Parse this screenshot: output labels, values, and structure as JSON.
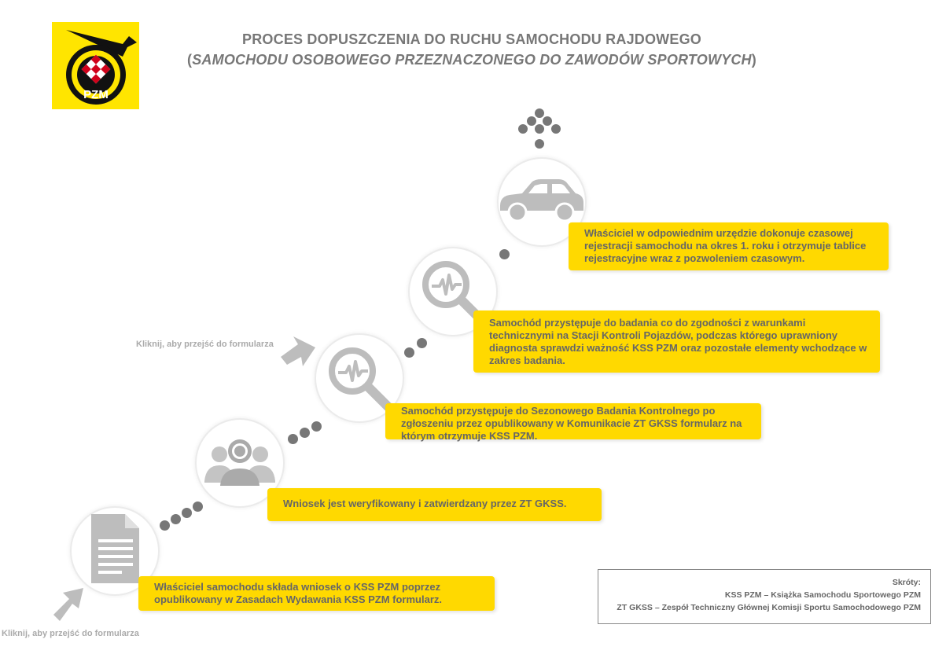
{
  "title": {
    "line1": "PROCES DOPUSZCZENIA DO RUCHU SAMOCHODU RAJDOWEGO",
    "line2_open": "(",
    "line2_italic": "SAMOCHODU OSOBOWEGO PRZEZNACZONEGO DO ZAWODÓW SPORTOWYCH",
    "line2_close": ")"
  },
  "logo": {
    "text": "PZM",
    "background": "#ffe500"
  },
  "steps": [
    {
      "icon": "document-icon",
      "text": "Właściciel samochodu składa wniosek o KSS PZM poprzez opublikowany w Zasadach Wydawania KSS PZM formularz."
    },
    {
      "icon": "people-icon",
      "text": "Wniosek jest weryfikowany  i zatwierdzany przez ZT GKSS."
    },
    {
      "icon": "magnifier-pulse-icon",
      "text": "Samochód przystępuje do Sezonowego Badania Kontrolnego po zgłoszeniu przez opublikowany w Komunikacie ZT GKSS formularz na którym otrzymuje KSS PZM."
    },
    {
      "icon": "magnifier-pulse-icon",
      "text": "Samochód przystępuje do badania co do zgodności z warunkami technicznymi na Stacji Kontroli Pojazdów, podczas którego uprawniony diagnosta sprawdzi ważność KSS PZM oraz pozostałe elementy wchodzące w zakres badania."
    },
    {
      "icon": "car-icon",
      "text": "Właściciel w odpowiednim urzędzie dokonuje czasowej rejestracji samochodu na okres 1. roku i otrzymuje tablice rejestracyjne wraz z pozwoleniem czasowym."
    }
  ],
  "links": {
    "form_link_1": "Kliknij, aby przejść do formularza",
    "form_link_2": "Kliknij, aby przejść do formularza"
  },
  "legend": {
    "heading": "Skróty:",
    "item1": "KSS PZM – Książka Samochodu Sportowego PZM",
    "item2": "ZT GKSS – Zespół Techniczny Głównej Komisji Sportu Samochodowego PZM"
  },
  "colors": {
    "accent": "#ffd900",
    "icon": "#bdbdbd",
    "dots": "#777777",
    "text": "#666666"
  }
}
